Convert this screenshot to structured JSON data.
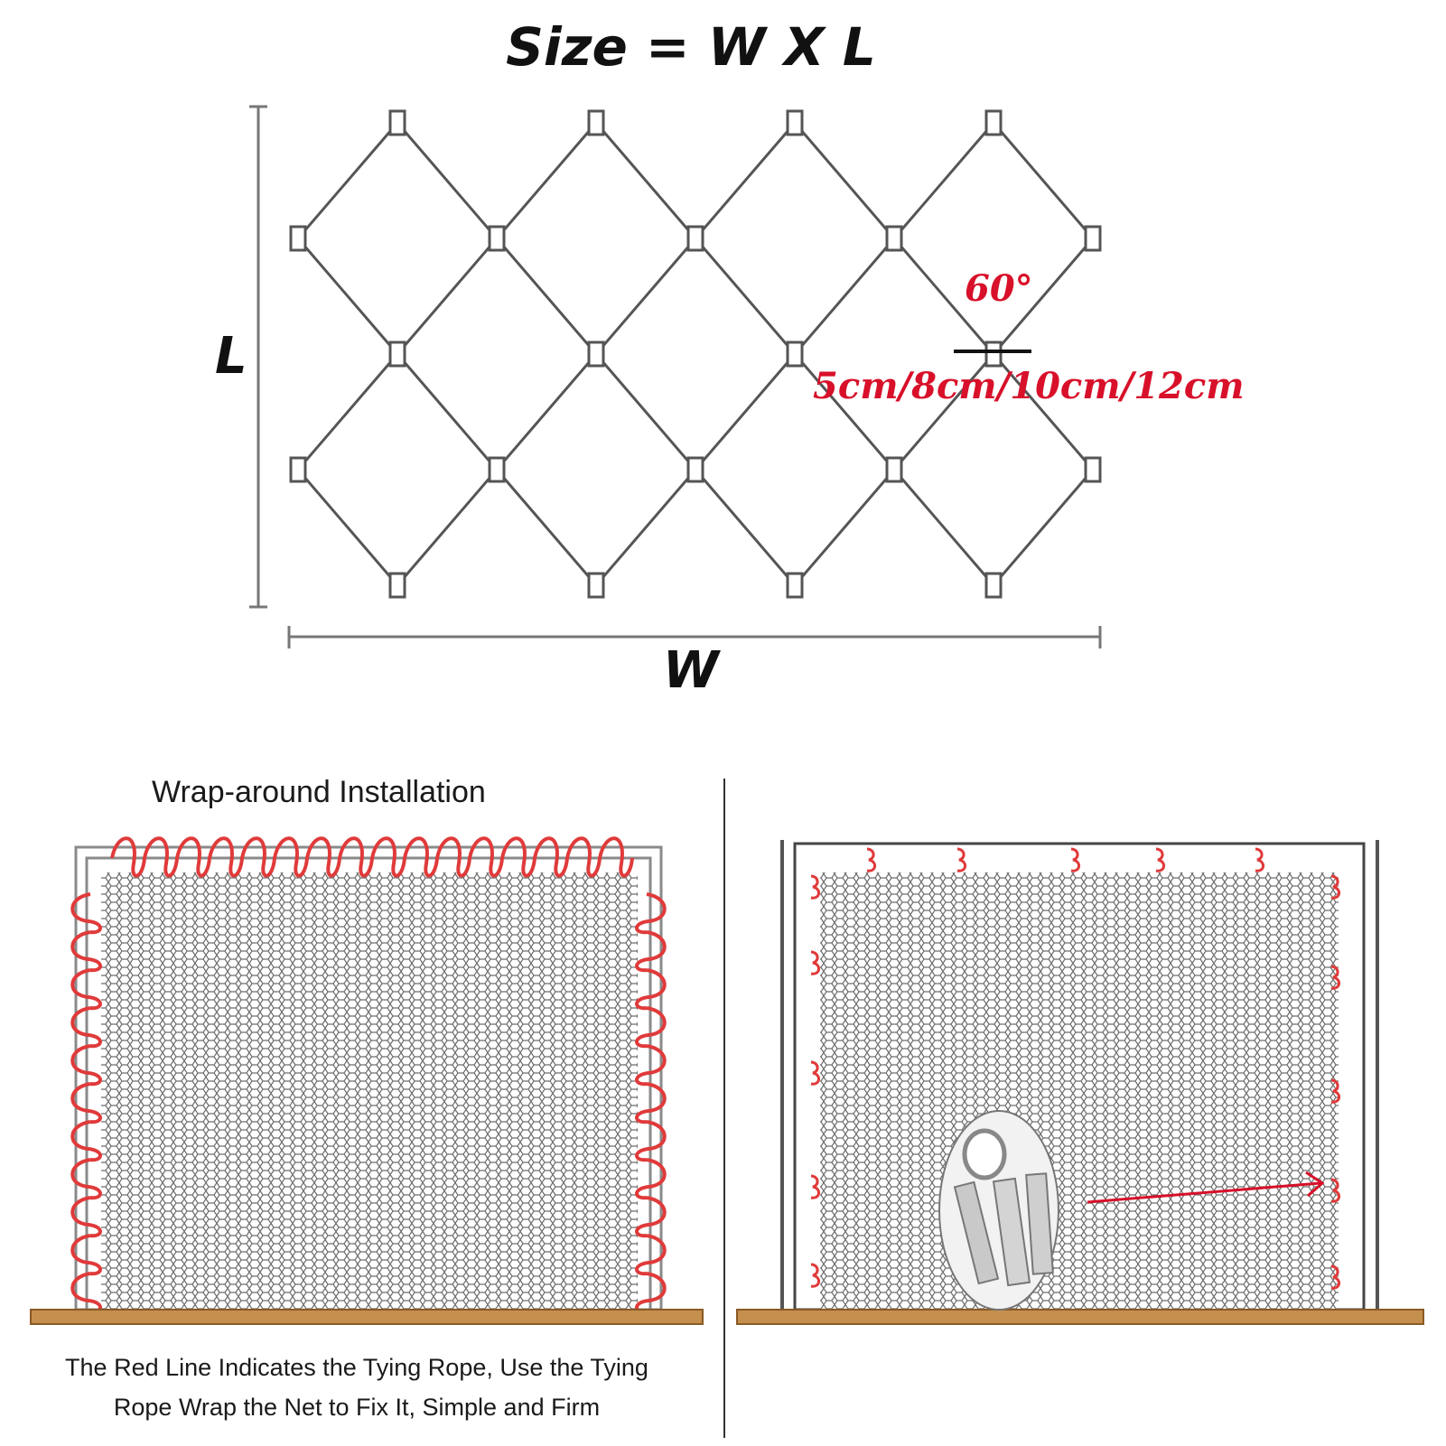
{
  "header": {
    "title": "Size = W X L"
  },
  "mesh_diagram": {
    "length_label": "L",
    "width_label": "W",
    "angle_label": "60°",
    "aperture_label": "5cm/8cm/10cm/12cm",
    "colors": {
      "line": "#555555",
      "annotation": "#d8102a"
    }
  },
  "installation_left": {
    "title": "Wrap-around Installation",
    "caption_line1": "The Red Line Indicates the Tying Rope, Use the Tying",
    "caption_line2": "Rope Wrap the Net to Fix It, Simple and Firm"
  },
  "colors": {
    "ground": "#c58f4e",
    "rope": "#e03a3a",
    "net": "#9a9a9a"
  }
}
